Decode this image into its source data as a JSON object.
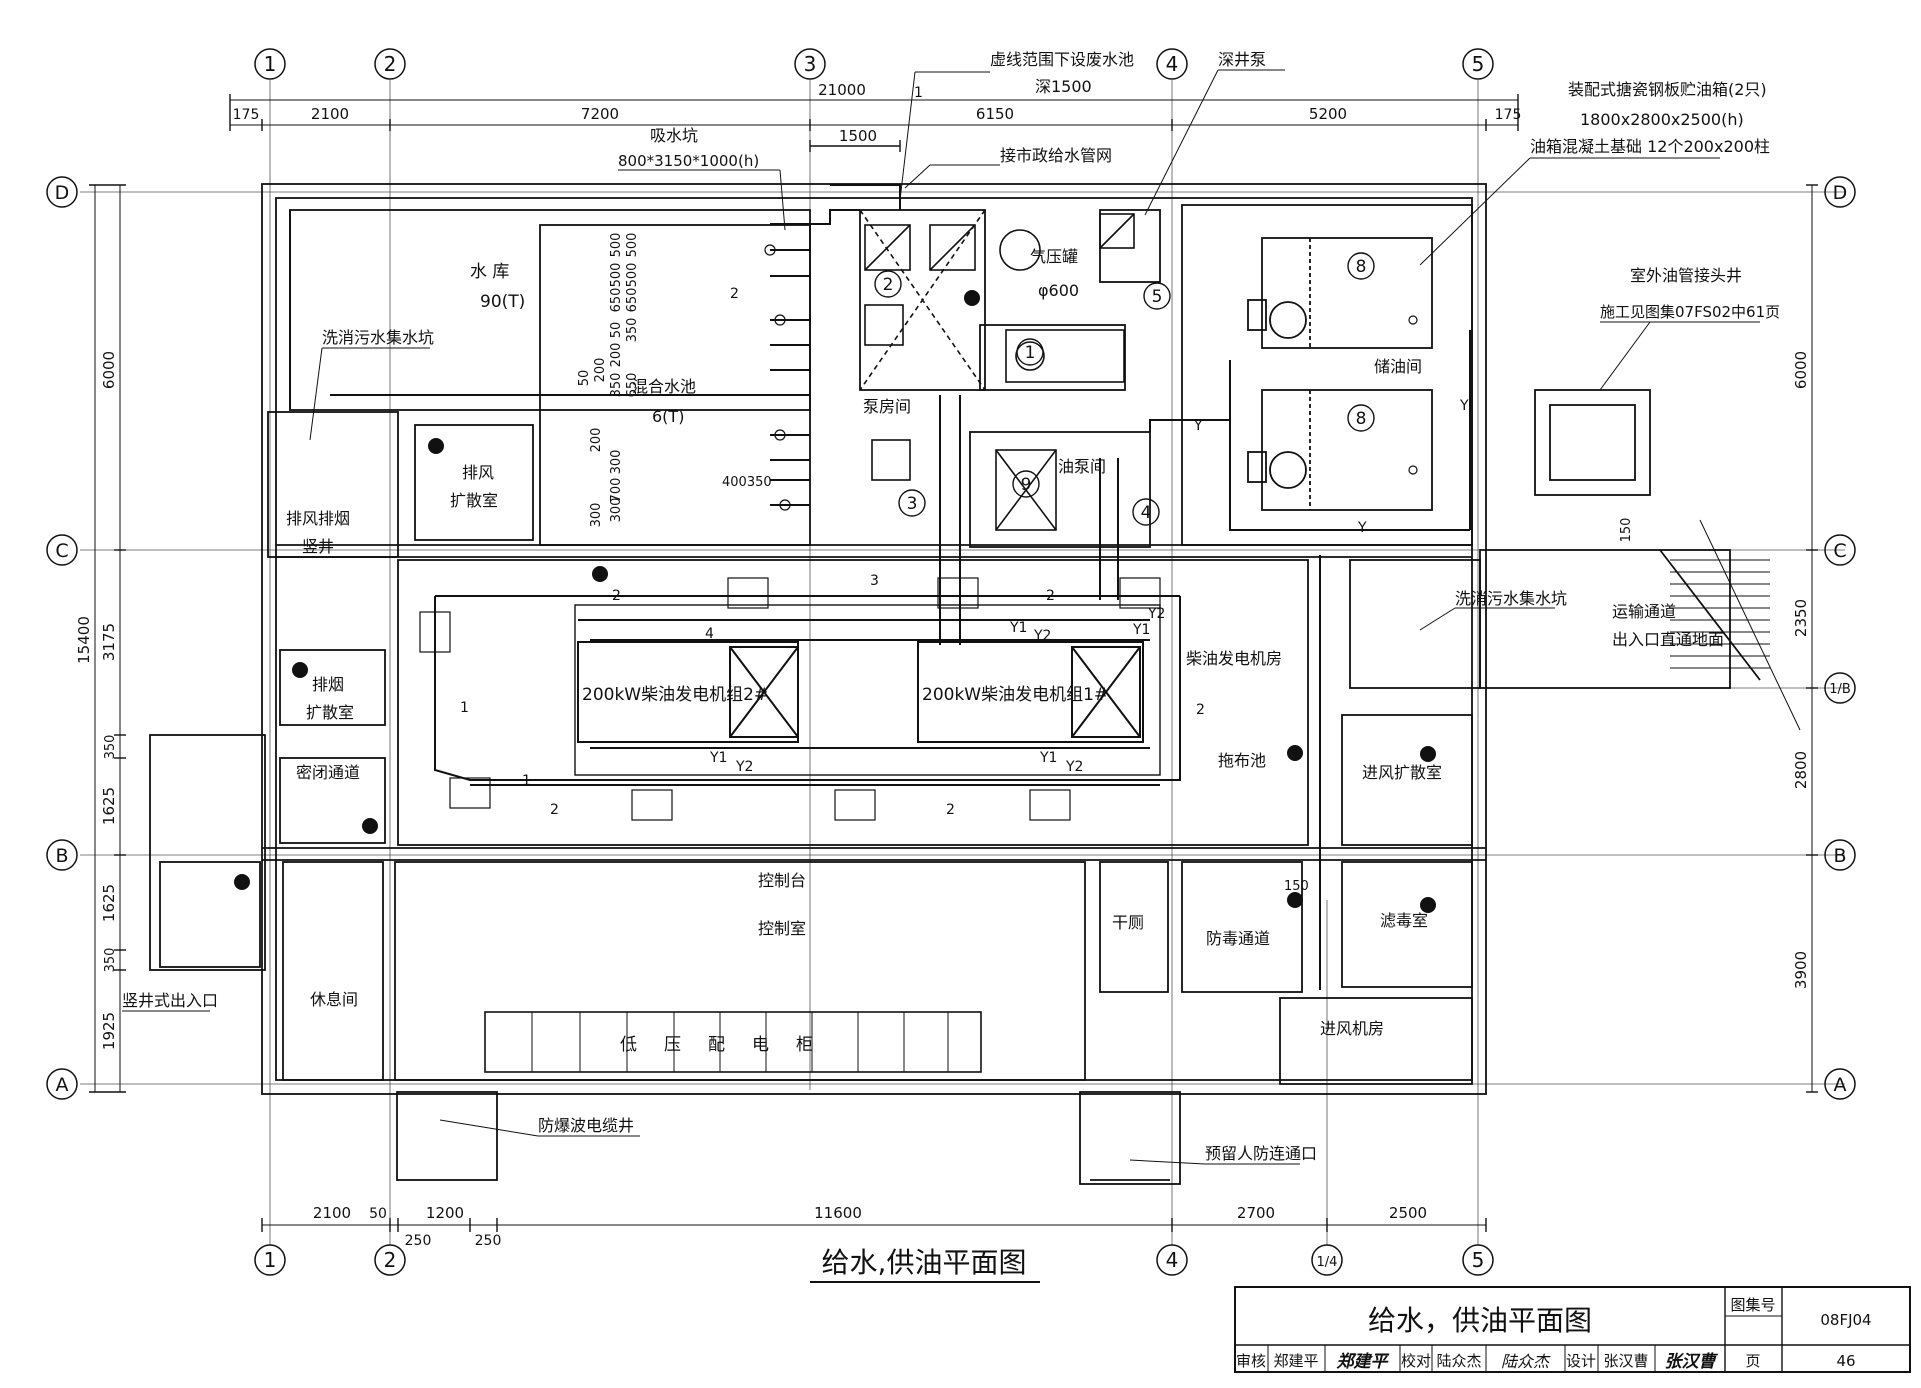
{
  "drawing": {
    "main_title": "给水，供油平面图",
    "caption": "给水,供油平面图",
    "atlas_label": "图集号",
    "atlas_no": "08FJ04",
    "page_label": "页",
    "page_no": "46",
    "signatures": [
      {
        "role": "审核",
        "name": "郑建平",
        "signature": "郑建平"
      },
      {
        "role": "校对",
        "name": "陆众杰",
        "signature": "陆众杰"
      },
      {
        "role": "设计",
        "name": "张汉曹",
        "signature": "张汉曹"
      }
    ]
  },
  "axes": {
    "columns": [
      "1",
      "2",
      "3",
      "4",
      "5"
    ],
    "bottom_columns": [
      "1",
      "2",
      "4",
      "1/4",
      "5"
    ],
    "rows": [
      "D",
      "C",
      "1/B",
      "B",
      "A"
    ]
  },
  "dimensions": {
    "top_total": "21000",
    "top_segments": [
      "175",
      "2100",
      "7200",
      "6150",
      "5200",
      "175"
    ],
    "top_extra": "1500",
    "bottom_segments": [
      "2100",
      "50",
      "1200",
      "11600",
      "2700",
      "2500"
    ],
    "bottom_small": [
      "250",
      "250"
    ],
    "left_total": "15400",
    "left_segments": [
      "6000",
      "3175",
      "350",
      "1625",
      "1625",
      "350",
      "1925"
    ],
    "right_segments": [
      "6000",
      "2350",
      "2800",
      "3900"
    ],
    "right_small": "150",
    "pipe_stack_a": [
      "500",
      "500",
      "650",
      "350",
      "200"
    ],
    "pipe_stack_b": [
      "200",
      "650",
      "350"
    ],
    "pipe_stack_c": [
      "200",
      "300",
      "700",
      "300",
      "300"
    ],
    "pipe_small_a": "50",
    "pipe_small_b": "50",
    "pipe_pair": "400350",
    "pipe_150": "150"
  },
  "rooms": {
    "water_tank": "水 库",
    "water_tank_cap": "90(T)",
    "suction_pit": "吸水坑",
    "suction_pit_size": "800*3150*1000(h)",
    "mixing_pool": "混合水池",
    "mixing_pool_cap": "6(T)",
    "pump_room": "泵房间",
    "pressure_tank": "气压罐",
    "pressure_tank_size": "φ600",
    "waste_pool": "虚线范围下设废水池",
    "waste_pool_depth": "深1500",
    "deep_pump": "深井泵",
    "municipal": "接市政给水管网",
    "oil_tank": "装配式搪瓷钢板贮油箱(2只)",
    "oil_tank_size": "1800x2800x2500(h)",
    "oil_base": "油箱混凝土基础  12个200x200柱",
    "oil_joint_well": "室外油管接头井",
    "oil_joint_ref": "施工见图集07FS02中61页",
    "oil_storage": "储油间",
    "oil_pump": "油泵间",
    "sewage_pit_left": "洗消污水集水坑",
    "sewage_pit_right": "洗消污水集水坑",
    "exhaust_shaft": "排风排烟",
    "exhaust_shaft2": "竖井",
    "exhaust_exp": "排风",
    "exhaust_exp2": "扩散室",
    "smoke_exp": "排烟",
    "smoke_exp2": "扩散室",
    "sealed_passage": "密闭通道",
    "shaft_exit": "竖井式出入口",
    "rest_room": "休息间",
    "control_desk": "控制台",
    "control_room": "控制室",
    "lv_cabinet": [
      "低",
      "压",
      "配",
      "电",
      "柜"
    ],
    "generator_room": "柴油发电机房",
    "gen2": "200kW柴油发电机组2#",
    "gen1": "200kW柴油发电机组1#",
    "mop_pool": "拖布池",
    "dry_toilet": "干厕",
    "gas_passage": "防毒通道",
    "filter_room": "滤毒室",
    "intake_exp": "进风扩散室",
    "intake_room": "进风机房",
    "transport": "运输通道",
    "transport2": "出入口直通地面",
    "cable_well": "防爆波电缆井",
    "reserved_door": "预留人防连通口"
  },
  "equipment_marks": [
    "1",
    "2",
    "3",
    "4",
    "5",
    "8",
    "8",
    "9"
  ],
  "pipe_labels": {
    "p1": "1",
    "p2": "2",
    "p3": "3",
    "p4": "4",
    "y": "Y",
    "y1": "Y1",
    "y2": "Y2"
  }
}
